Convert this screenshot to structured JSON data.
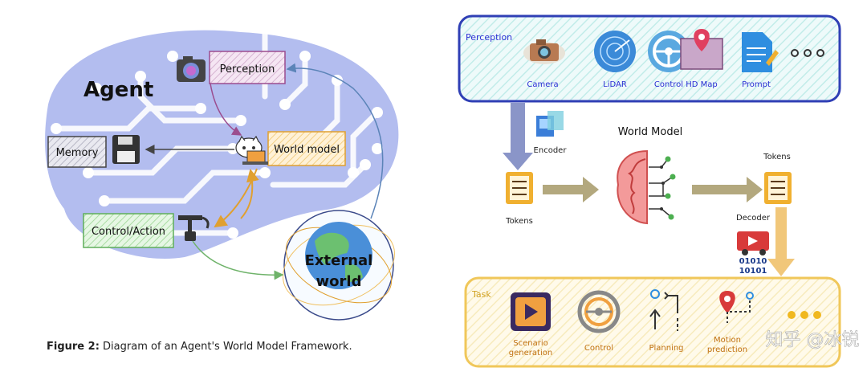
{
  "left_figure": {
    "agent_label": "Agent",
    "boxes": {
      "perception": "Perception",
      "memory": "Memory",
      "world_model": "World model",
      "control_action": "Control/Action"
    },
    "external_world_line1": "External",
    "external_world_line2": "world",
    "caption_bold": "Figure 2:",
    "caption_text": " Diagram of an Agent's World Model Framework."
  },
  "right_figure": {
    "perception_title": "Perception",
    "perception_items": [
      "Camera",
      "LiDAR",
      "Control",
      "HD Map",
      "Prompt"
    ],
    "encoder_label": "Encoder",
    "world_model_label": "World Model",
    "tokens_left_label": "Tokens",
    "tokens_right_label": "Tokens",
    "decoder_label": "Decoder",
    "binary_line1": "01010",
    "binary_line2": "10101",
    "task_title": "Task",
    "task_items": [
      "Scenario generation",
      "Control",
      "Planning",
      "Motion prediction"
    ],
    "task_item_1_line1": "Scenario",
    "task_item_1_line2": "generation",
    "task_item_4_line1": "Motion",
    "task_item_4_line2": "prediction",
    "watermark": "知乎 @冰锐"
  },
  "colors": {
    "blob": "#b3bdef",
    "circuit": "#ffffff",
    "perception_border": "#3a4fc8",
    "perception_fill": "#dff4f3",
    "task_border": "#f0c75a",
    "task_fill": "#fdf7dc",
    "accent_blue": "#2b2fd4",
    "accent_orange": "#e0a030"
  }
}
